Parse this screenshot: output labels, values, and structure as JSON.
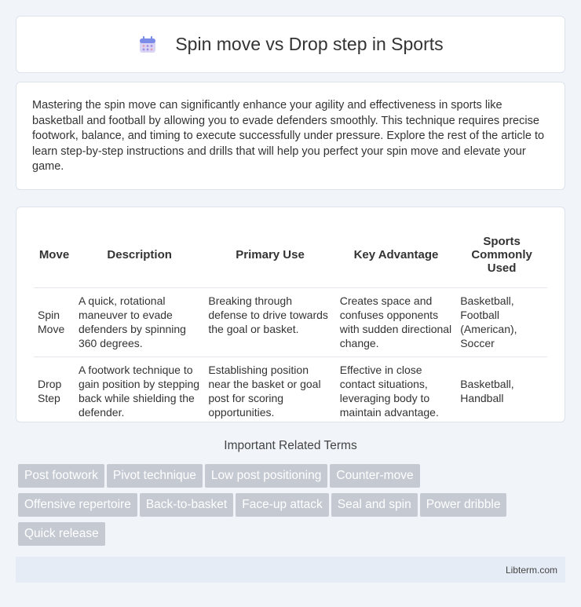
{
  "header": {
    "title": "Spin move vs Drop step in Sports",
    "icon": "calendar-icon"
  },
  "intro": {
    "text": "Mastering the spin move can significantly enhance your agility and effectiveness in sports like basketball and football by allowing you to evade defenders smoothly. This technique requires precise footwork, balance, and timing to execute successfully under pressure. Explore the rest of the article to learn step-by-step instructions and drills that will help you perfect your spin move and elevate your game."
  },
  "table": {
    "headers": [
      "Move",
      "Description",
      "Primary Use",
      "Key Advantage",
      "Sports Commonly Used"
    ],
    "rows": [
      [
        "Spin Move",
        "A quick, rotational maneuver to evade defenders by spinning 360 degrees.",
        "Breaking through defense to drive towards the goal or basket.",
        "Creates space and confuses opponents with sudden directional change.",
        "Basketball, Football (American), Soccer"
      ],
      [
        "Drop Step",
        "A footwork technique to gain position by stepping back while shielding the defender.",
        "Establishing position near the basket or goal post for scoring opportunities.",
        "Effective in close contact situations, leveraging body to maintain advantage.",
        "Basketball, Handball"
      ]
    ]
  },
  "related": {
    "title": "Important Related Terms",
    "tags": [
      "Post footwork",
      "Pivot technique",
      "Low post positioning",
      "Counter-move",
      "Offensive repertoire",
      "Back-to-basket",
      "Face-up attack",
      "Seal and spin",
      "Power dribble",
      "Quick release"
    ]
  },
  "footer": {
    "text": "Libterm.com"
  },
  "colors": {
    "background": "#f1f4f9",
    "tag": "#c4c9d2",
    "footer": "#e6ecf5"
  }
}
